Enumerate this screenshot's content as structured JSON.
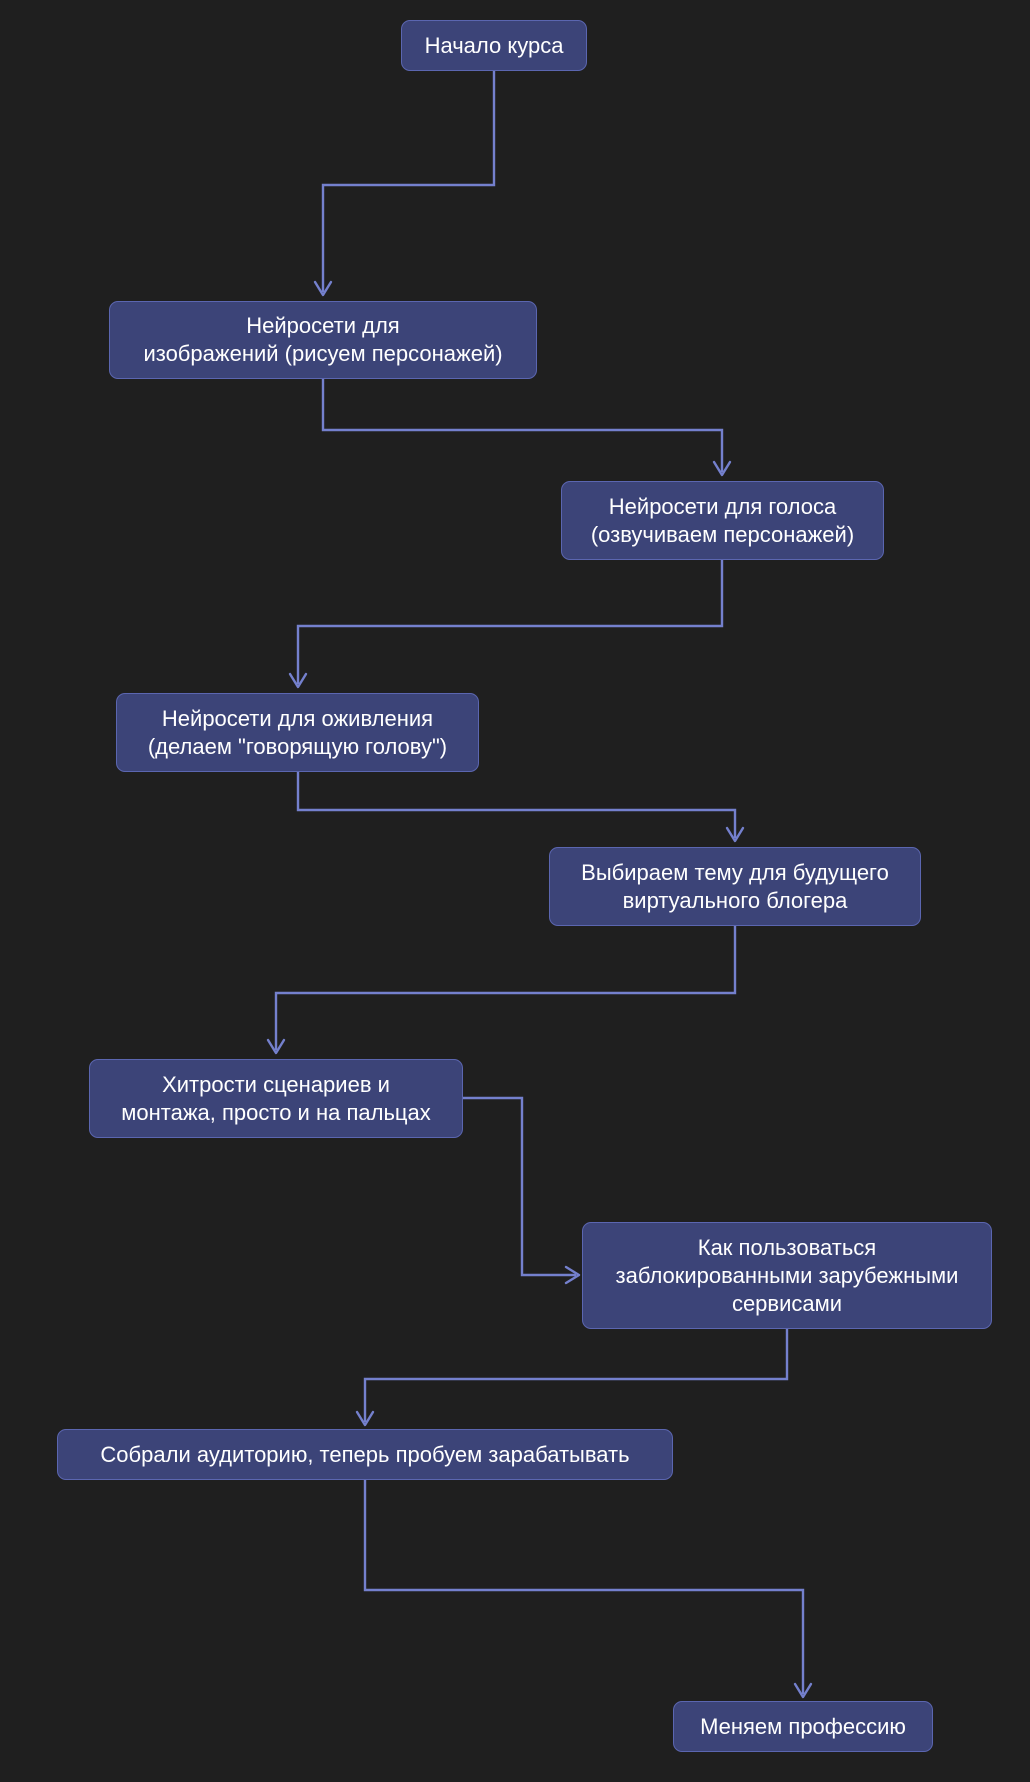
{
  "diagram": {
    "colors": {
      "background": "#1f1f1f",
      "node_fill": "#3c4478",
      "node_border": "#5b66b0",
      "edge": "#7480cd",
      "text": "#ffffff"
    },
    "nodes": [
      {
        "id": "start",
        "label": "Начало курса"
      },
      {
        "id": "images",
        "label": "Нейросети для\nизображений (рисуем персонажей)"
      },
      {
        "id": "voice",
        "label": "Нейросети для голоса\n(озвучиваем персонажей)"
      },
      {
        "id": "animation",
        "label": "Нейросети для оживления\n(делаем \"говорящую голову\")"
      },
      {
        "id": "topic",
        "label": "Выбираем тему для будущего\nвиртуального блогера"
      },
      {
        "id": "scripts",
        "label": "Хитрости сценариев и\nмонтажа, просто и на пальцах"
      },
      {
        "id": "services",
        "label": "Как пользоваться\nзаблокированными зарубежными\nсервисами"
      },
      {
        "id": "monetize",
        "label": "Собрали аудиторию, теперь пробуем зарабатывать"
      },
      {
        "id": "career",
        "label": "Меняем профессию"
      }
    ],
    "edges": [
      {
        "from": "start",
        "to": "images"
      },
      {
        "from": "images",
        "to": "voice"
      },
      {
        "from": "voice",
        "to": "animation"
      },
      {
        "from": "animation",
        "to": "topic"
      },
      {
        "from": "topic",
        "to": "scripts"
      },
      {
        "from": "scripts",
        "to": "services"
      },
      {
        "from": "services",
        "to": "monetize"
      },
      {
        "from": "monetize",
        "to": "career"
      }
    ]
  }
}
